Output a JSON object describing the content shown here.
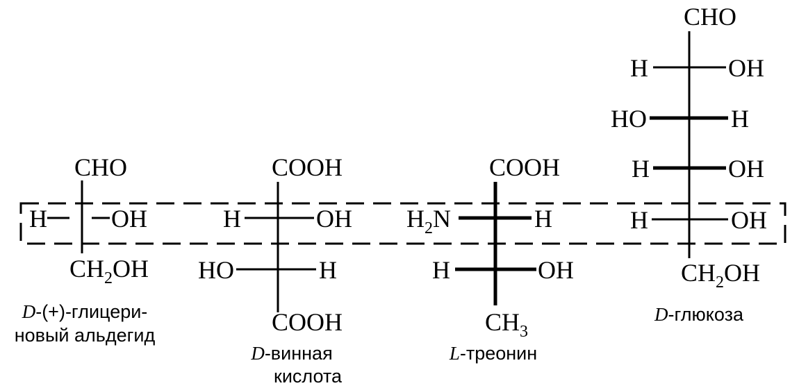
{
  "molecules": {
    "glyceraldehyde": {
      "top": "CHO",
      "row1_left": "H",
      "row1_right": "OH",
      "bottom_main": "CH",
      "bottom_sub": "2",
      "bottom_end": "OH",
      "caption_prefix": "D",
      "caption_line1": "-(+)-глицери-",
      "caption_line2": "новый альдегид"
    },
    "tartaric": {
      "top": "COOH",
      "row1_left": "H",
      "row1_right": "OH",
      "row2_left": "HO",
      "row2_right": "H",
      "bottom": "COOH",
      "caption_prefix": "D",
      "caption_line1": "-винная",
      "caption_line2": "кислота"
    },
    "threonine": {
      "top": "COOH",
      "row1_left_main": "H",
      "row1_left_sub": "2",
      "row1_left_end": "N",
      "row1_right": "H",
      "row2_left": "H",
      "row2_right": "OH",
      "bottom_main": "CH",
      "bottom_sub": "3",
      "caption_prefix": "L",
      "caption_line1": "-треонин"
    },
    "glucose": {
      "top": "CHO",
      "row1_left": "H",
      "row1_right": "OH",
      "row2_left": "HO",
      "row2_right": "H",
      "row3_left": "H",
      "row3_right": "OH",
      "row4_left": "H",
      "row4_right": "OH",
      "bottom_main": "CH",
      "bottom_sub": "2",
      "bottom_end": "OH",
      "caption_prefix": "D",
      "caption_line1": "-глюкоза"
    }
  }
}
